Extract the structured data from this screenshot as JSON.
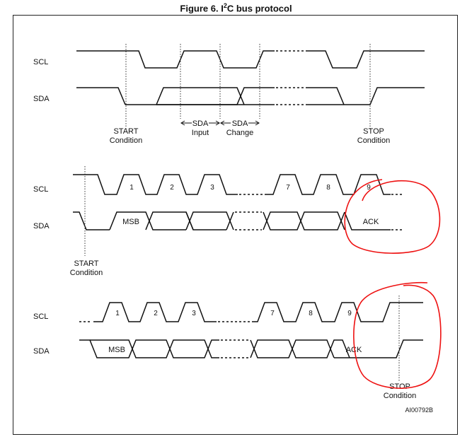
{
  "title": {
    "prefix": "Figure 6. I",
    "sup": "2",
    "suffix": "C bus protocol"
  },
  "signals": {
    "scl": "SCL",
    "sda": "SDA"
  },
  "panel1": {
    "start_line1": "START",
    "start_line2": "Condition",
    "sda_input_line1": "SDA",
    "sda_input_line2": "Input",
    "sda_change_line1": "SDA",
    "sda_change_line2": "Change",
    "stop_line1": "STOP",
    "stop_line2": "Condition"
  },
  "panel2": {
    "clock_numbers": [
      "1",
      "2",
      "3",
      "7",
      "8",
      "9"
    ],
    "msb": "MSB",
    "ack": "ACK",
    "start_line1": "START",
    "start_line2": "Condition"
  },
  "panel3": {
    "clock_numbers": [
      "1",
      "2",
      "3",
      "7",
      "8",
      "9"
    ],
    "msb": "MSB",
    "ack": "ACK",
    "stop_line1": "STOP",
    "stop_line2": "Condition"
  },
  "figure_code": "AI00792B",
  "colors": {
    "signal": "#111111",
    "annotation": "#e11111"
  }
}
